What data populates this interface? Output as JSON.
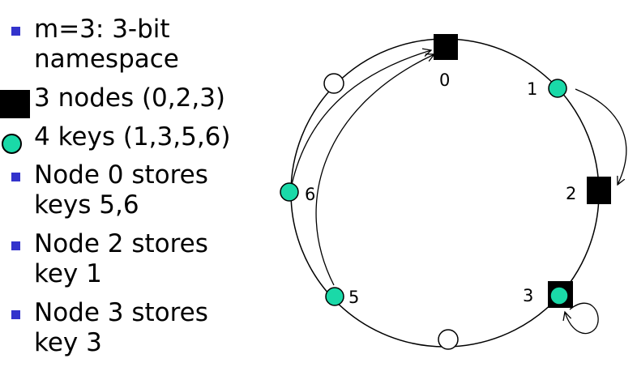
{
  "bullets": [
    {
      "type": "square",
      "lines": [
        "m=3: 3-bit",
        "namespace"
      ]
    },
    {
      "type": "node",
      "lines": [
        "3 nodes (0,2,3)"
      ]
    },
    {
      "type": "key",
      "lines": [
        "4 keys (1,3,5,6)"
      ]
    },
    {
      "type": "square",
      "lines": [
        "Node 0 stores",
        "keys 5,6"
      ]
    },
    {
      "type": "square",
      "lines": [
        "Node 2 stores",
        "key 1"
      ]
    },
    {
      "type": "square",
      "lines": [
        "Node 3 stores",
        "key 3"
      ]
    }
  ],
  "ring": {
    "labels": {
      "id0": "0",
      "id1": "1",
      "id2": "2",
      "id3": "3",
      "id5": "5",
      "id6": "6"
    }
  },
  "colors": {
    "key": "#1ad9a8",
    "node": "#000000",
    "bullet": "#3333cc"
  }
}
